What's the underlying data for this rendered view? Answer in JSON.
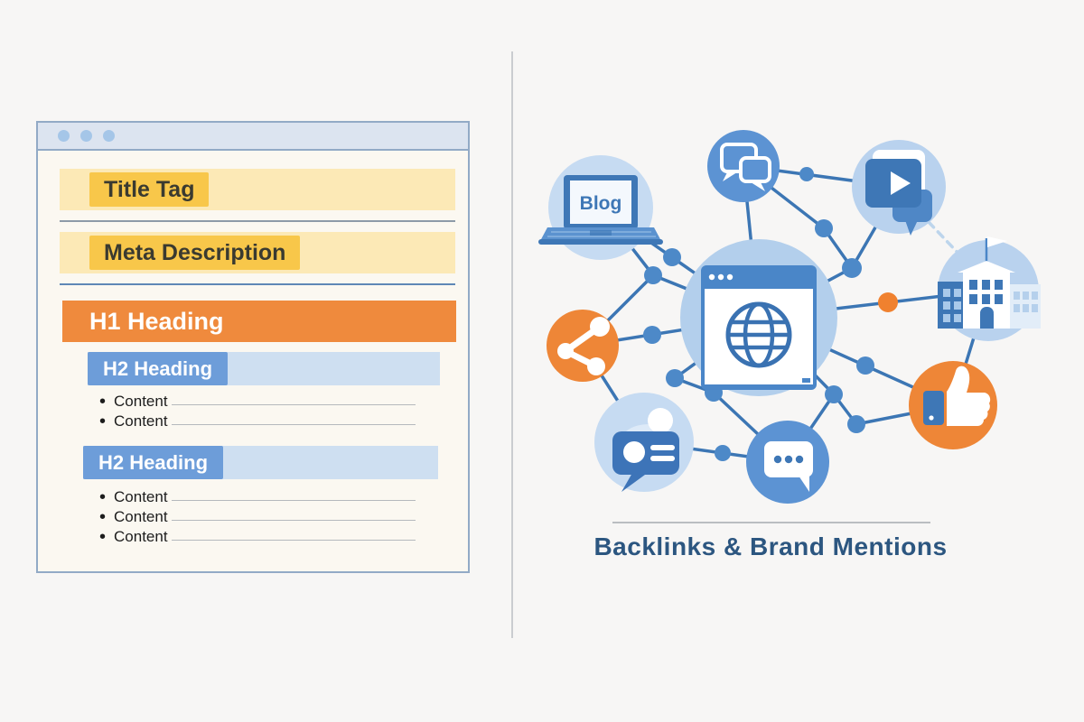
{
  "page": {
    "background": "#f7f6f5"
  },
  "mockup": {
    "title_tag": "Title Tag",
    "meta_description": "Meta Description",
    "h1": "H1 Heading",
    "sections": [
      {
        "heading": "H2 Heading",
        "items": [
          "Content",
          "Content"
        ]
      },
      {
        "heading": "H2 Heading",
        "items": [
          "Content",
          "Content",
          "Content"
        ]
      }
    ],
    "colors": {
      "yellow_row": "#fce9b6",
      "yellow_badge": "#f8c74a",
      "h1_orange": "#ef8a3d",
      "h2_badge_blue": "#6d9dd9",
      "h2_row_blue": "#cedff1"
    }
  },
  "diagram": {
    "caption": "Backlinks & Brand Mentions",
    "blog_label": "Blog",
    "nodes": [
      {
        "name": "browser-globe",
        "role": "center website",
        "color": "#b3cfec"
      },
      {
        "name": "blog-laptop",
        "color": "#c6dbf2"
      },
      {
        "name": "chat-bubbles",
        "color": "#5c93d3"
      },
      {
        "name": "video-content",
        "color": "#b9d2ee"
      },
      {
        "name": "institution-building",
        "color": "#b9d2ee"
      },
      {
        "name": "thumbs-up",
        "color": "#ee8637"
      },
      {
        "name": "message-dots",
        "color": "#5c93d3"
      },
      {
        "name": "user-mention",
        "color": "#c6dbf2"
      },
      {
        "name": "share",
        "color": "#ee8637"
      }
    ],
    "colors": {
      "line": "#3c76b4",
      "node_dot": "#4d89c8",
      "orange_dot": "#f0812f",
      "icon_blue": "#3e77b6",
      "caption_text": "#2c5680"
    }
  }
}
